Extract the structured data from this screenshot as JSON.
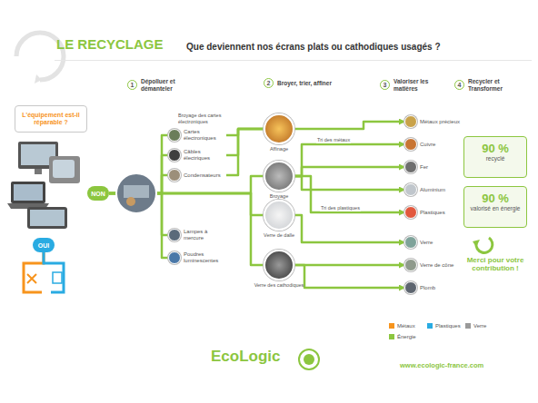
{
  "diagram": {
    "title": "LE RECYCLAGE",
    "nodes": [
      {
        "text": [
          "L'équipement est-il réparable ?"
        ]
      },
      {
        "text": [
          "NON"
        ]
      },
      {
        "text": [
          "OUI"
        ]
      },
      {
        "text": [
          "1",
          "Dépolluer et démanteler"
        ]
      },
      {
        "text": [
          "2",
          "Broyer, trier, affiner"
        ]
      },
      {
        "text": [
          "3",
          "Valoriser les matières"
        ]
      },
      {
        "text": [
          "4",
          "Recycler et Transformer"
        ]
      },
      {
        "text": [
          "Cartes électroniques"
        ]
      },
      {
        "text": [
          "Câbles électriques"
        ]
      },
      {
        "text": [
          "Condensateurs"
        ]
      },
      {
        "text": [
          "Lampes à mercure"
        ]
      },
      {
        "text": [
          "Poudres luminescentes"
        ]
      },
      {
        "text": [
          "Affinage"
        ]
      },
      {
        "text": [
          "Broyage"
        ]
      },
      {
        "text": [
          "Verre de dalle"
        ]
      },
      {
        "text": [
          "Verre des cathodiques"
        ]
      },
      {
        "text": [
          "Métaux précieux"
        ]
      },
      {
        "text": [
          "Cuivre"
        ]
      },
      {
        "text": [
          "Fer"
        ]
      },
      {
        "text": [
          "Aluminium"
        ]
      },
      {
        "text": [
          "Plastiques"
        ]
      },
      {
        "text": [
          "Verre"
        ]
      },
      {
        "text": [
          "Verre de cône"
        ]
      },
      {
        "text": [
          "Plomb"
        ]
      },
      {
        "text": [
          "90 %",
          "recyclé"
        ]
      },
      {
        "text": [
          "90 %",
          "valorisé en énergie"
        ]
      }
    ],
    "edges": [
      {
        "from": 1,
        "to": 7,
        "arrow": "none"
      },
      {
        "from": 1,
        "to": 8,
        "arrow": "none"
      },
      {
        "from": 1,
        "to": 9,
        "arrow": "none"
      },
      {
        "from": 1,
        "to": 10,
        "arrow": "none"
      },
      {
        "from": 1,
        "to": 11,
        "arrow": "none"
      },
      {
        "from": 7,
        "to": 12,
        "arrow": "none"
      },
      {
        "from": 8,
        "to": 12,
        "label": "Broyage des cartes électroniques",
        "arrow": "none"
      },
      {
        "from": 9,
        "to": 12,
        "arrow": "none"
      },
      {
        "from": 1,
        "to": 13,
        "arrow": "none"
      },
      {
        "from": 1,
        "to": 14,
        "arrow": "none"
      },
      {
        "from": 1,
        "to": 15,
        "arrow": "none"
      },
      {
        "from": 12,
        "to": 16,
        "arrow": "to"
      },
      {
        "from": 13,
        "to": 17,
        "label": "Tri des métaux",
        "arrow": "to"
      },
      {
        "from": 13,
        "to": 18,
        "arrow": "to"
      },
      {
        "from": 13,
        "to": 19,
        "arrow": "to"
      },
      {
        "from": 13,
        "to": 20,
        "label": "Tri des plastiques",
        "arrow": "to"
      },
      {
        "from": 14,
        "to": 21,
        "arrow": "to"
      },
      {
        "from": 15,
        "to": 22,
        "arrow": "to"
      },
      {
        "from": 15,
        "to": 23,
        "arrow": "to"
      }
    ],
    "labels": [
      "Que deviennent nos écrans plats ou cathodiques usagés ?",
      "Merci pour votre contribution !",
      "EcoLogic",
      "www.ecologic-france.com"
    ],
    "legend": [
      {
        "text": "Métaux",
        "color": "#f7941d"
      },
      {
        "text": "Plastiques",
        "color": "#29abe2"
      },
      {
        "text": "Verre",
        "color": "#9a9a9a"
      },
      {
        "text": "Énergie",
        "color": "#8cc63f"
      }
    ]
  }
}
